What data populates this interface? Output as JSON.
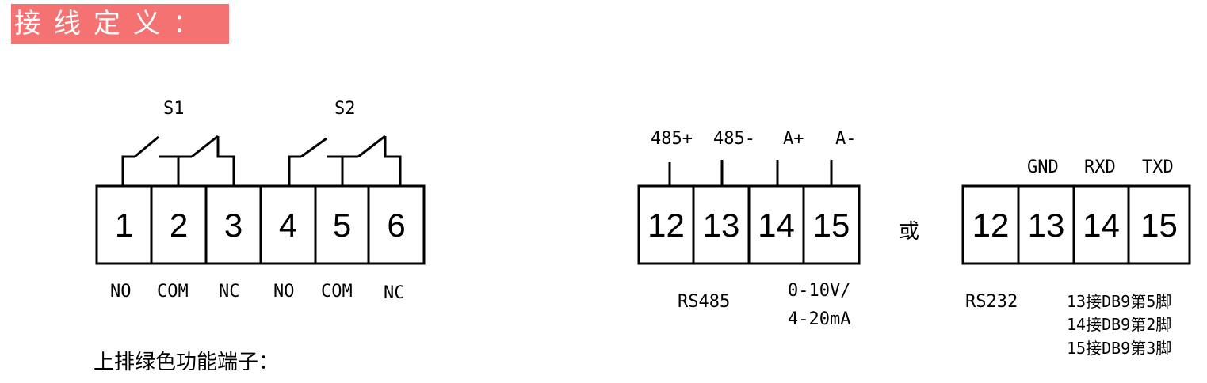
{
  "header": {
    "title": "接线定义：",
    "bg_color": "#f47272"
  },
  "relay": {
    "switch_labels": [
      "S1",
      "S2"
    ],
    "terminals": [
      "1",
      "2",
      "3",
      "4",
      "5",
      "6"
    ],
    "bottom_labels": [
      "NO",
      "COM",
      "NC",
      "NO",
      "COM",
      "NC"
    ]
  },
  "rs485": {
    "top_labels": [
      "485+",
      "485-",
      "A+",
      "A-"
    ],
    "terminals": [
      "12",
      "13",
      "14",
      "15"
    ],
    "caption": "RS485",
    "analog_line1": "0-10V/",
    "analog_line2": "4-20mA"
  },
  "or_text": "或",
  "rs232": {
    "top_labels": [
      "GND",
      "RXD",
      "TXD"
    ],
    "terminals": [
      "12",
      "13",
      "14",
      "15"
    ],
    "caption": "RS232",
    "notes": [
      "13接DB9第5脚",
      "14接DB9第2脚",
      "15接DB9第3脚"
    ]
  },
  "footer_text": "上排绿色功能端子："
}
